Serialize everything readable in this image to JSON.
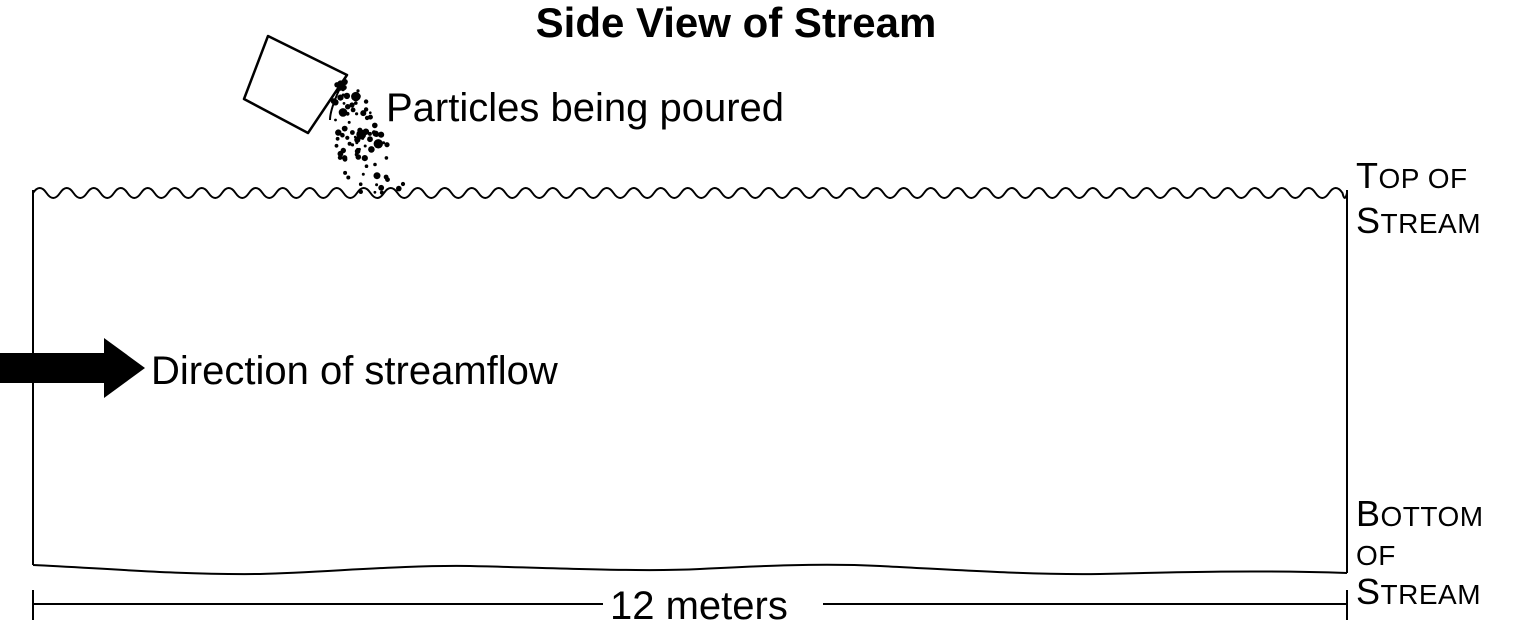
{
  "title": "Side View of Stream",
  "particles_label": "Particles being poured",
  "flow_label": "Direction of streamflow",
  "top_label": {
    "line1_cap": "T",
    "line1_rest": "OP OF",
    "line2_cap": "S",
    "line2_rest": "TREAM"
  },
  "bottom_label": {
    "line1_cap": "B",
    "line1_rest": "OTTOM",
    "line2_cap": "",
    "line2_rest": "OF",
    "line3_cap": "S",
    "line3_rest": "TREAM"
  },
  "width_label": "12 meters"
}
